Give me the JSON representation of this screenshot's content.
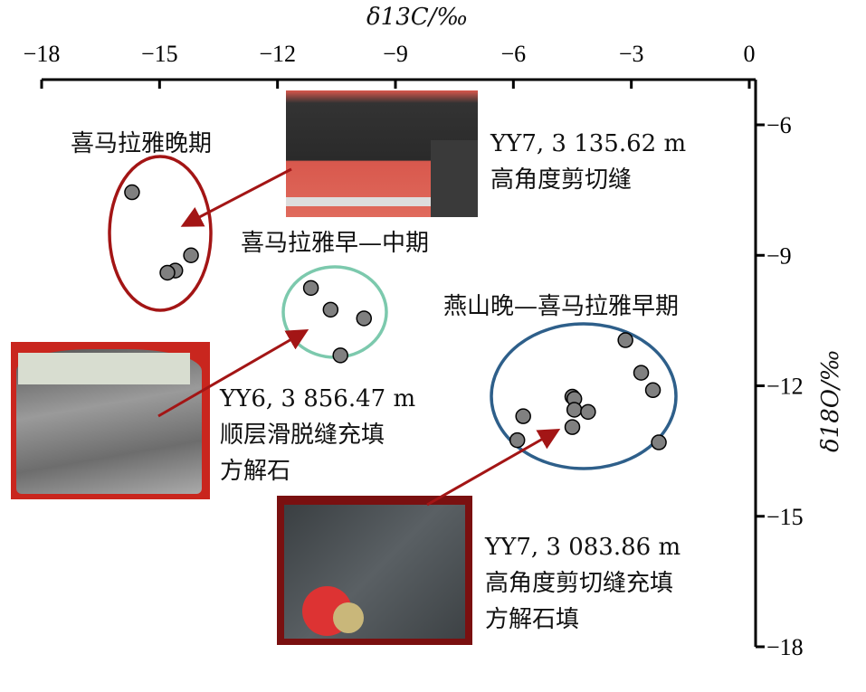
{
  "chart_data": {
    "type": "scatter",
    "xlabel": "δ13C/‰",
    "ylabel": "δ18O/‰",
    "xlim": [
      -18,
      0
    ],
    "ylim": [
      -18,
      -5
    ],
    "x_ticks": [
      -18,
      -15,
      -12,
      -9,
      -6,
      -3,
      0
    ],
    "y_ticks": [
      -6,
      -9,
      -12,
      -15,
      -18
    ],
    "x_axis_position": "top",
    "y_axis_position": "right",
    "grid": false,
    "series": [
      {
        "name": "喜马拉雅晚期",
        "color": "#a31515",
        "points": [
          [
            -15.7,
            -7.55
          ],
          [
            -14.2,
            -9.0
          ],
          [
            -14.6,
            -9.35
          ],
          [
            -14.8,
            -9.4
          ]
        ]
      },
      {
        "name": "喜马拉雅早—中期",
        "color": "#7cc9ad",
        "points": [
          [
            -11.15,
            -9.75
          ],
          [
            -10.65,
            -10.25
          ],
          [
            -9.8,
            -10.45
          ],
          [
            -10.4,
            -11.3
          ]
        ]
      },
      {
        "name": "燕山晚—喜马拉雅早期",
        "color": "#2e5f8a",
        "points": [
          [
            -3.15,
            -10.95
          ],
          [
            -2.75,
            -11.7
          ],
          [
            -2.45,
            -12.1
          ],
          [
            -2.3,
            -13.3
          ],
          [
            -5.75,
            -12.7
          ],
          [
            -5.9,
            -13.25
          ],
          [
            -4.5,
            -12.25
          ],
          [
            -4.45,
            -12.3
          ],
          [
            -4.45,
            -12.55
          ],
          [
            -4.1,
            -12.6
          ],
          [
            -4.5,
            -12.95
          ]
        ]
      }
    ],
    "annotations": [
      {
        "well": "YY7, 3 135.62 m",
        "desc": [
          "高角度剪切缝"
        ]
      },
      {
        "well": "YY6, 3 856.47 m",
        "desc": [
          "顺层滑脱缝充填",
          "方解石"
        ]
      },
      {
        "well": "YY7, 3 083.86 m",
        "desc": [
          "高角度剪切缝充填",
          "方解石填"
        ]
      }
    ]
  }
}
